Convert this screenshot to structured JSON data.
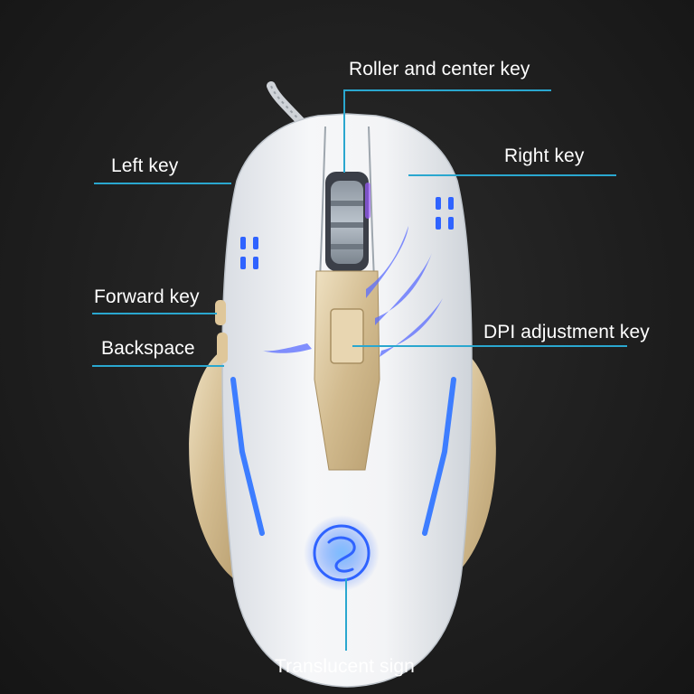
{
  "labels": {
    "roller": "Roller and center key",
    "left_key": "Left key",
    "right_key": "Right key",
    "forward_key": "Forward key",
    "dpi_key": "DPI adjustment key",
    "backspace": "Backspace",
    "translucent_sign": "Translucent sign"
  },
  "colors": {
    "background": "#1e1e1e",
    "leader_line": "#2aa7cf",
    "label_text": "#ffffff",
    "mouse_shell": "#eef0f3",
    "gold_trim": "#d8c39c",
    "led_blue": "#2f63ff"
  }
}
